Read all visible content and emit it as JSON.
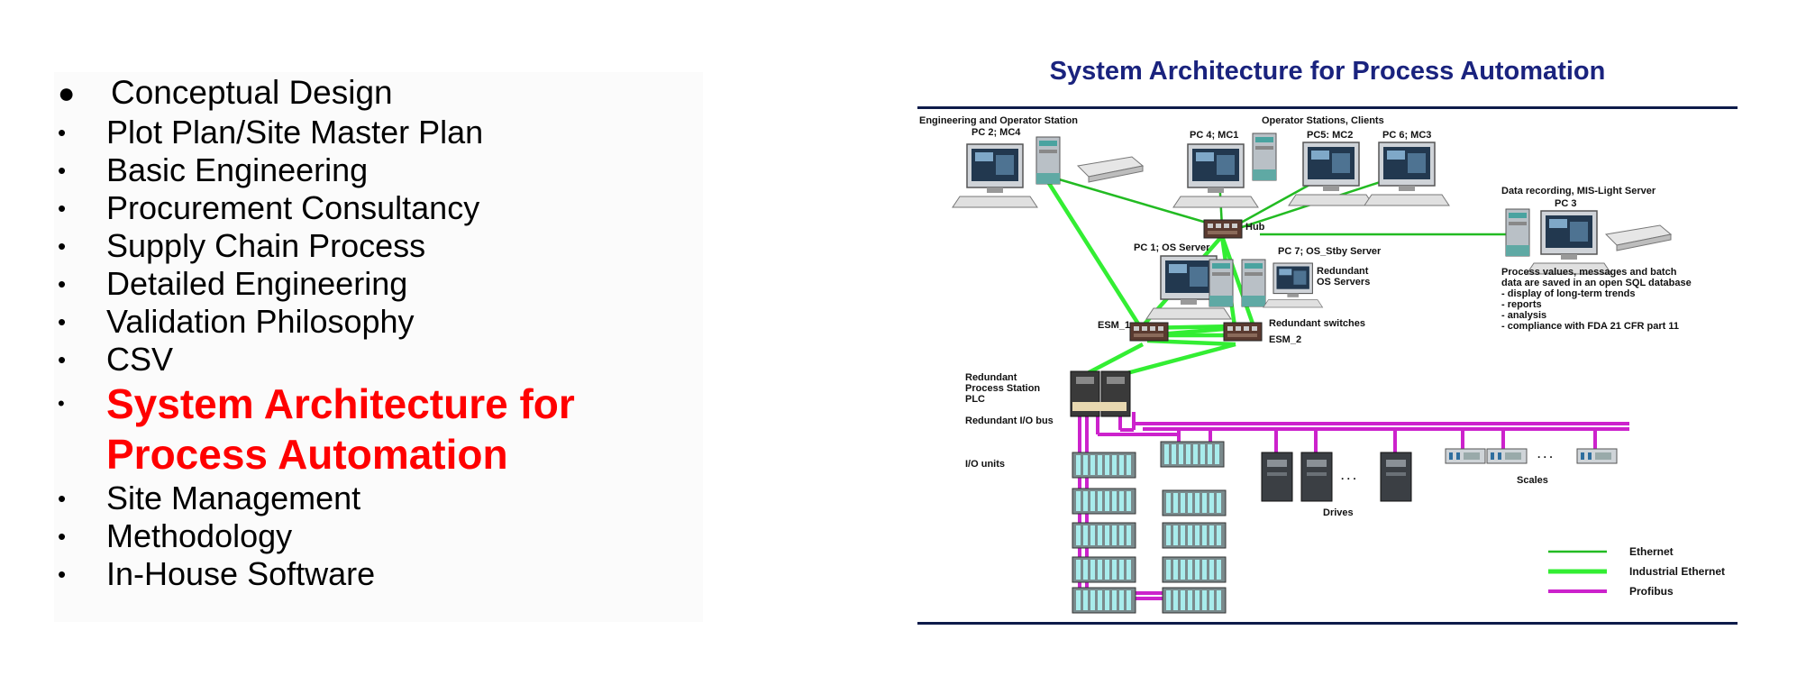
{
  "bullets": {
    "items": [
      "Conceptual Design",
      "Plot Plan/Site Master Plan",
      "Basic Engineering",
      "Procurement Consultancy",
      "Supply Chain Process",
      "Detailed Engineering",
      "Validation Philosophy",
      "CSV",
      "System Architecture for Process Automation",
      "Site Management",
      "Methodology",
      "In-House Software"
    ],
    "highlight_line1": "System Architecture for",
    "highlight_line2": "Process Automation",
    "highlight_color": "#ff0000"
  },
  "diagram": {
    "title": "System Architecture for Process Automation",
    "labels": {
      "eng_station": "Engineering and Operator Station",
      "pc2": "PC 2; MC4",
      "op_stations": "Operator Stations, Clients",
      "pc4": "PC 4; MC1",
      "pc5": "PC5: MC2",
      "pc6": "PC 6; MC3",
      "hub": "Hub",
      "data_recording": "Data recording, MIS-Light Server",
      "pc3": "PC 3",
      "pc1": "PC 1; OS Server",
      "pc7": "PC 7; OS_Stby Server",
      "redundant_os_1": "Redundant",
      "redundant_os_2": "OS Servers",
      "esm1": "ESM_1",
      "redundant_switches": "Redundant switches",
      "esm2": "ESM_2",
      "process_values_1": "Process values, messages and batch",
      "process_values_2": "data are saved in an open SQL database",
      "process_values_3": "- display of long-term  trends",
      "process_values_4": "- reports",
      "process_values_5": "- analysis",
      "process_values_6": "- compliance with FDA 21 CFR part 11",
      "plc_1": "Redundant",
      "plc_2": "Process Station",
      "plc_3": "PLC",
      "io_bus": "Redundant I/O bus",
      "io_units": "I/O units",
      "drives": "Drives",
      "scales": "Scales",
      "ellipsis1": ". . .",
      "ellipsis2": ". . ."
    },
    "legend": {
      "ethernet": "Ethernet",
      "industrial_ethernet": "Industrial Ethernet",
      "profibus": "Profibus"
    },
    "colors": {
      "title": "#1a237e",
      "rule": "#0d1b4a",
      "ethernet": "#22bb22",
      "industrial_ethernet": "#33ee33",
      "profibus": "#cc22cc"
    }
  }
}
